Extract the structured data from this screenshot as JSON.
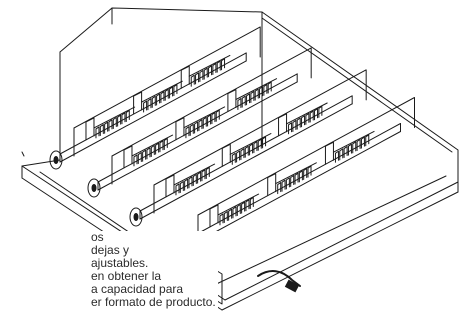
{
  "caption": {
    "lines": [
      "os",
      "dejas y",
      "ajustables.",
      "en obtener la",
      "a capacidad para",
      "er formato de producto."
    ]
  }
}
